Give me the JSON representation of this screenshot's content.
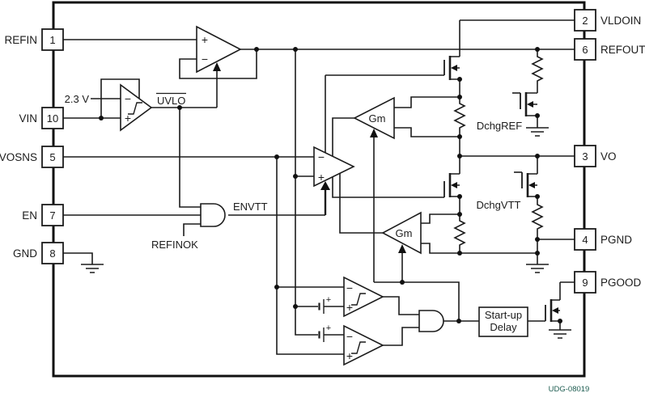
{
  "diagram": {
    "caption": "UDG-08019",
    "pins": {
      "left": [
        {
          "number": "1",
          "name": "REFIN"
        },
        {
          "number": "10",
          "name": "VIN"
        },
        {
          "number": "5",
          "name": "VOSNS"
        },
        {
          "number": "7",
          "name": "EN"
        },
        {
          "number": "8",
          "name": "GND"
        }
      ],
      "right": [
        {
          "number": "2",
          "name": "VLDOIN"
        },
        {
          "number": "6",
          "name": "REFOUT"
        },
        {
          "number": "3",
          "name": "VO"
        },
        {
          "number": "4",
          "name": "PGND"
        },
        {
          "number": "9",
          "name": "PGOOD"
        }
      ]
    },
    "labels": {
      "vref": "2.3 V",
      "uvlo": "UVLO",
      "envtt": "ENVTT",
      "refinok": "REFINOK",
      "gm": "Gm",
      "dchg_ref": "DchgREF",
      "dchg_vtt": "DchgVTT",
      "startup_line1": "Start-up",
      "startup_line2": "Delay",
      "plus": "+",
      "minus": "−"
    },
    "colors": {
      "line": "#1c1c1c",
      "caption_text": "#1d5c50",
      "background": "#ffffff"
    }
  }
}
